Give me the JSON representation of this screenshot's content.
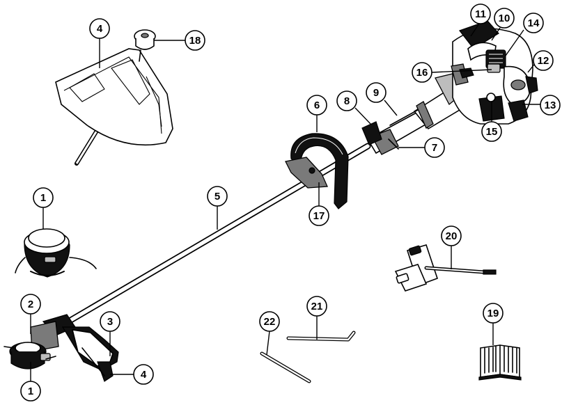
{
  "callouts": [
    {
      "id": "c1a",
      "label": "1"
    },
    {
      "id": "c1b",
      "label": "1"
    },
    {
      "id": "c2",
      "label": "2"
    },
    {
      "id": "c3",
      "label": "3"
    },
    {
      "id": "c4a",
      "label": "4"
    },
    {
      "id": "c4b",
      "label": "4"
    },
    {
      "id": "c5",
      "label": "5"
    },
    {
      "id": "c6",
      "label": "6"
    },
    {
      "id": "c7",
      "label": "7"
    },
    {
      "id": "c8",
      "label": "8"
    },
    {
      "id": "c9",
      "label": "9"
    },
    {
      "id": "c10",
      "label": "10"
    },
    {
      "id": "c11",
      "label": "11"
    },
    {
      "id": "c12",
      "label": "12"
    },
    {
      "id": "c13",
      "label": "13"
    },
    {
      "id": "c14",
      "label": "14"
    },
    {
      "id": "c15",
      "label": "15"
    },
    {
      "id": "c16",
      "label": "16"
    },
    {
      "id": "c17",
      "label": "17"
    },
    {
      "id": "c18",
      "label": "18"
    },
    {
      "id": "c19",
      "label": "19"
    },
    {
      "id": "c20",
      "label": "20"
    },
    {
      "id": "c21",
      "label": "21"
    },
    {
      "id": "c22",
      "label": "22"
    }
  ]
}
